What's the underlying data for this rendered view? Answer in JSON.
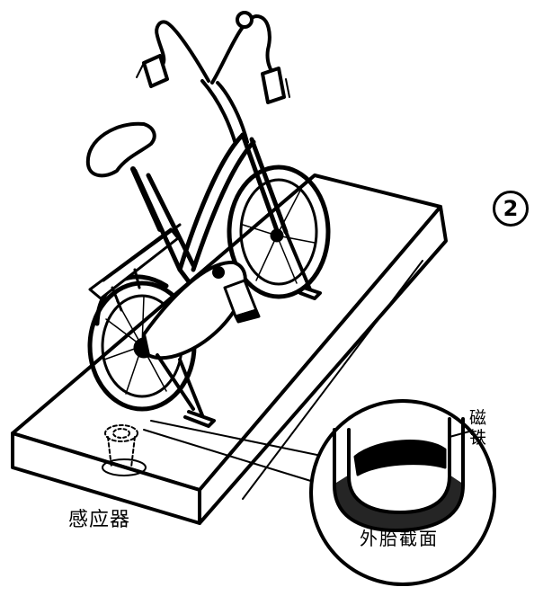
{
  "figure_number": "2",
  "labels": {
    "sensor": "感应器",
    "magnet": "磁铁",
    "tire_section": "外胎截面"
  },
  "colors": {
    "ink": "#000000",
    "paper": "#ffffff"
  }
}
